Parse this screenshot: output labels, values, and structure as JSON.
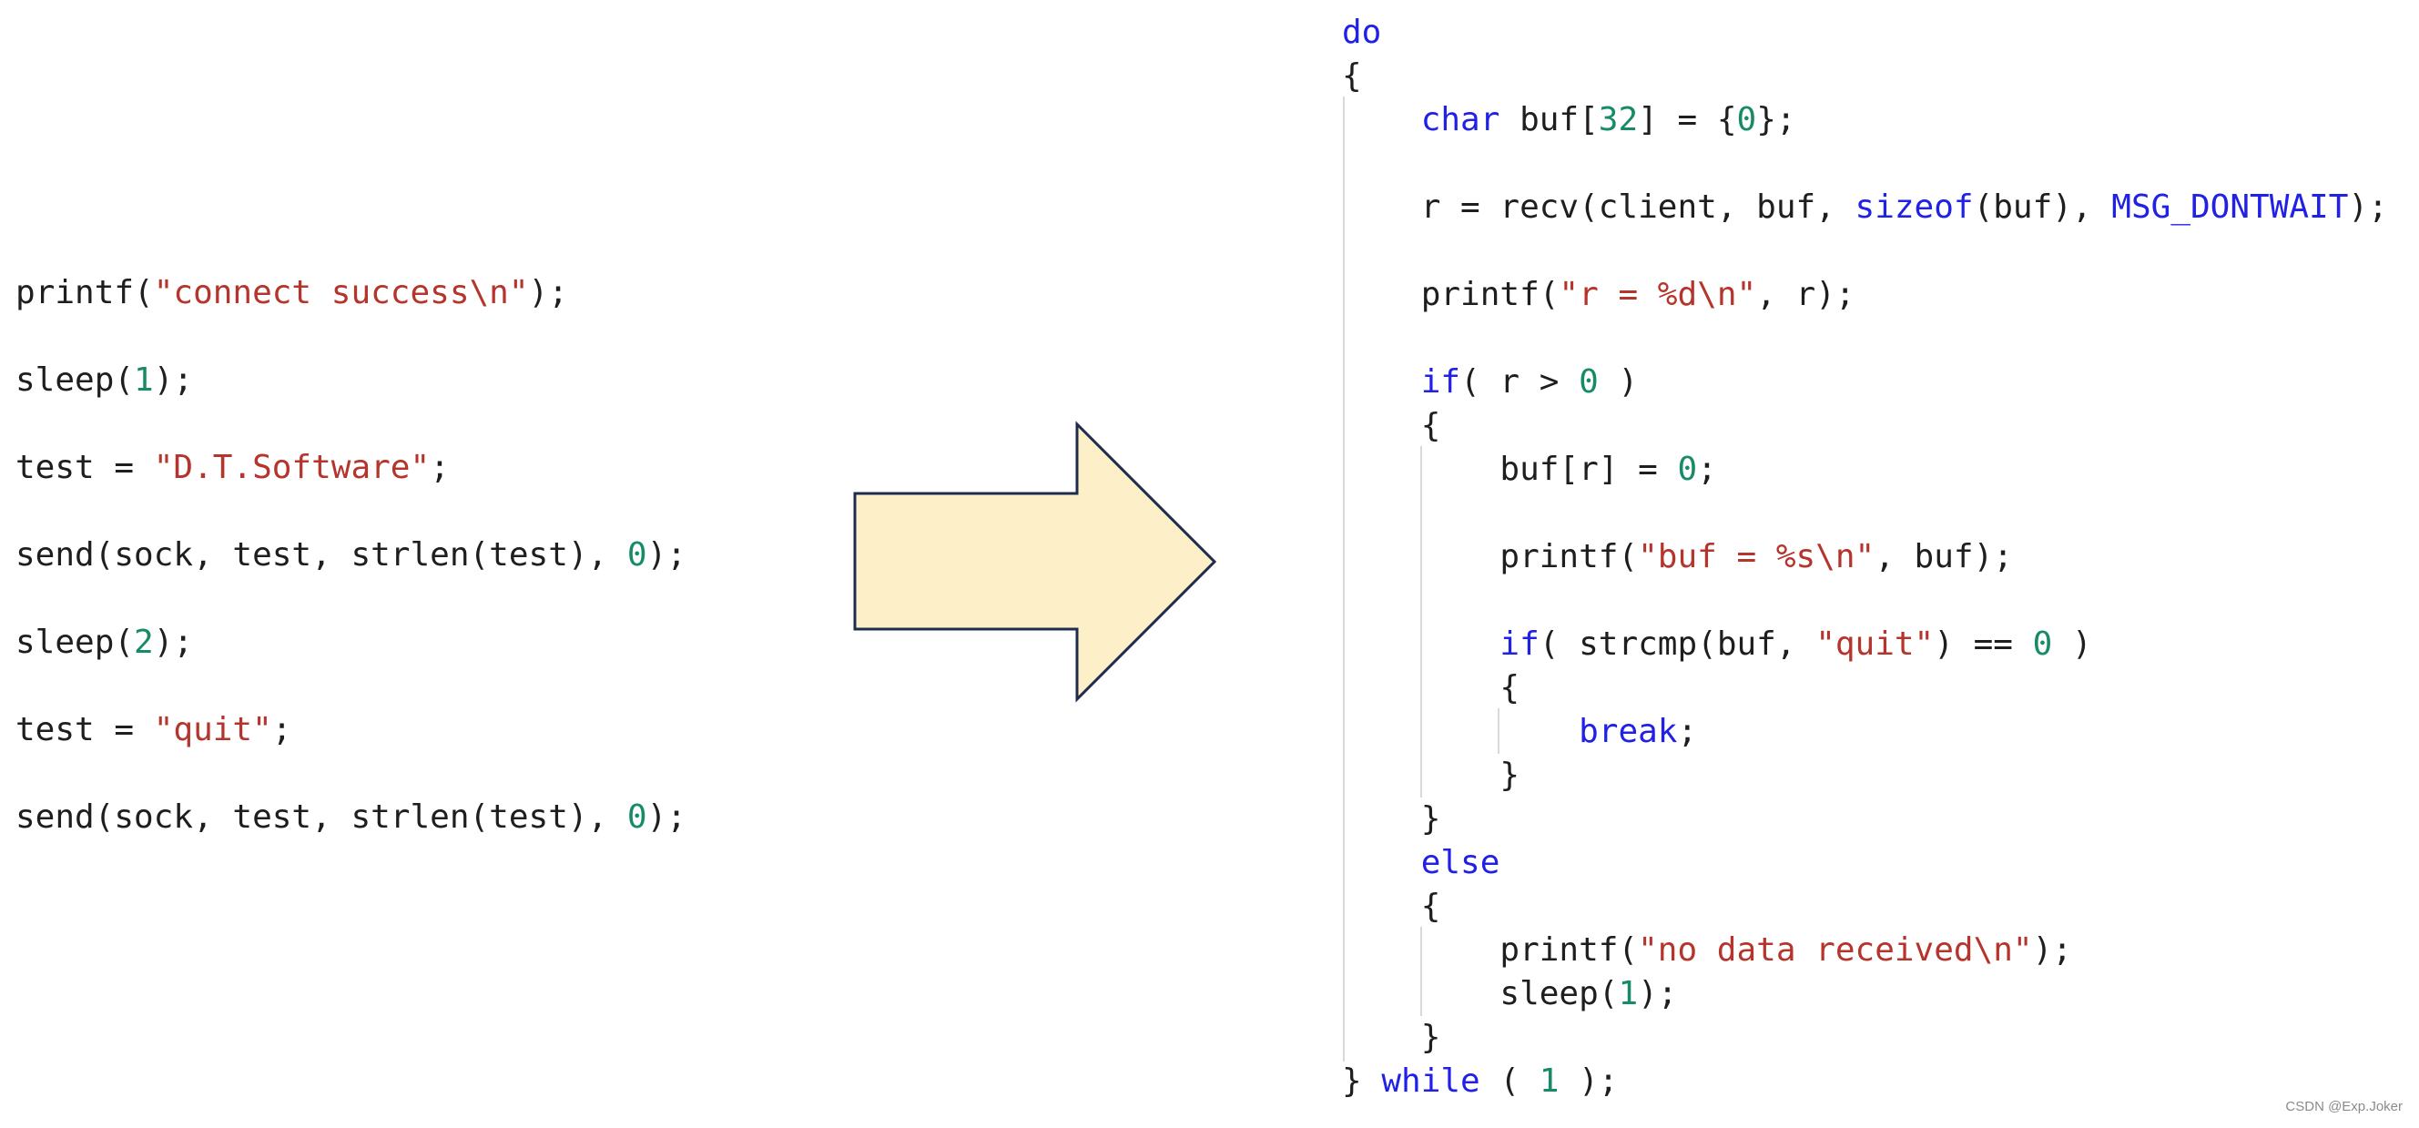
{
  "left_code": [
    [
      [
        "pl",
        "printf("
      ],
      [
        "str",
        "\"connect success\\n\""
      ],
      [
        "pl",
        ");"
      ]
    ],
    [],
    [
      [
        "pl",
        "sleep("
      ],
      [
        "num",
        "1"
      ],
      [
        "pl",
        ");"
      ]
    ],
    [],
    [
      [
        "pl",
        "test = "
      ],
      [
        "str",
        "\"D.T.Software\""
      ],
      [
        "pl",
        ";"
      ]
    ],
    [],
    [
      [
        "pl",
        "send(sock, test, strlen(test), "
      ],
      [
        "num",
        "0"
      ],
      [
        "pl",
        ");"
      ]
    ],
    [],
    [
      [
        "pl",
        "sleep("
      ],
      [
        "num",
        "2"
      ],
      [
        "pl",
        ");"
      ]
    ],
    [],
    [
      [
        "pl",
        "test = "
      ],
      [
        "str",
        "\"quit\""
      ],
      [
        "pl",
        ";"
      ]
    ],
    [],
    [
      [
        "pl",
        "send(sock, test, strlen(test), "
      ],
      [
        "num",
        "0"
      ],
      [
        "pl",
        ");"
      ]
    ]
  ],
  "right_code": [
    [
      [
        "kw",
        "do"
      ]
    ],
    [
      [
        "pl",
        "{"
      ]
    ],
    [
      [
        "pl",
        "    "
      ],
      [
        "kw",
        "char"
      ],
      [
        "pl",
        " buf["
      ],
      [
        "num",
        "32"
      ],
      [
        "pl",
        "] = {"
      ],
      [
        "num",
        "0"
      ],
      [
        "pl",
        "};"
      ]
    ],
    [],
    [
      [
        "pl",
        "    r = recv(client, buf, "
      ],
      [
        "kw",
        "sizeof"
      ],
      [
        "pl",
        "(buf), "
      ],
      [
        "kw",
        "MSG_DONTWAIT"
      ],
      [
        "pl",
        ");"
      ]
    ],
    [],
    [
      [
        "pl",
        "    printf("
      ],
      [
        "str",
        "\"r = %d\\n\""
      ],
      [
        "pl",
        ", r);"
      ]
    ],
    [],
    [
      [
        "pl",
        "    "
      ],
      [
        "kw",
        "if"
      ],
      [
        "pl",
        "( r > "
      ],
      [
        "num",
        "0"
      ],
      [
        "pl",
        " )"
      ]
    ],
    [
      [
        "pl",
        "    {"
      ]
    ],
    [
      [
        "pl",
        "        buf[r] = "
      ],
      [
        "num",
        "0"
      ],
      [
        "pl",
        ";"
      ]
    ],
    [],
    [
      [
        "pl",
        "        printf("
      ],
      [
        "str",
        "\"buf = %s\\n\""
      ],
      [
        "pl",
        ", buf);"
      ]
    ],
    [],
    [
      [
        "pl",
        "        "
      ],
      [
        "kw",
        "if"
      ],
      [
        "pl",
        "( strcmp(buf, "
      ],
      [
        "str",
        "\"quit\""
      ],
      [
        "pl",
        ") == "
      ],
      [
        "num",
        "0"
      ],
      [
        "pl",
        " )"
      ]
    ],
    [
      [
        "pl",
        "        {"
      ]
    ],
    [
      [
        "pl",
        "            "
      ],
      [
        "kw",
        "break"
      ],
      [
        "pl",
        ";"
      ]
    ],
    [
      [
        "pl",
        "        }"
      ]
    ],
    [
      [
        "pl",
        "    }"
      ]
    ],
    [
      [
        "pl",
        "    "
      ],
      [
        "kw",
        "else"
      ]
    ],
    [
      [
        "pl",
        "    {"
      ]
    ],
    [
      [
        "pl",
        "        printf("
      ],
      [
        "str",
        "\"no data received\\n\""
      ],
      [
        "pl",
        ");"
      ]
    ],
    [
      [
        "pl",
        "        sleep("
      ],
      [
        "num",
        "1"
      ],
      [
        "pl",
        ");"
      ]
    ],
    [
      [
        "pl",
        "    }"
      ]
    ],
    [
      [
        "pl",
        "} "
      ],
      [
        "kw",
        "while"
      ],
      [
        "pl",
        " ( "
      ],
      [
        "num",
        "1"
      ],
      [
        "pl",
        " );"
      ]
    ]
  ],
  "arrow": {
    "fill": "#fdefc8",
    "stroke": "#1f2c4e",
    "direction": "right"
  },
  "watermark": "CSDN @Exp.Joker"
}
